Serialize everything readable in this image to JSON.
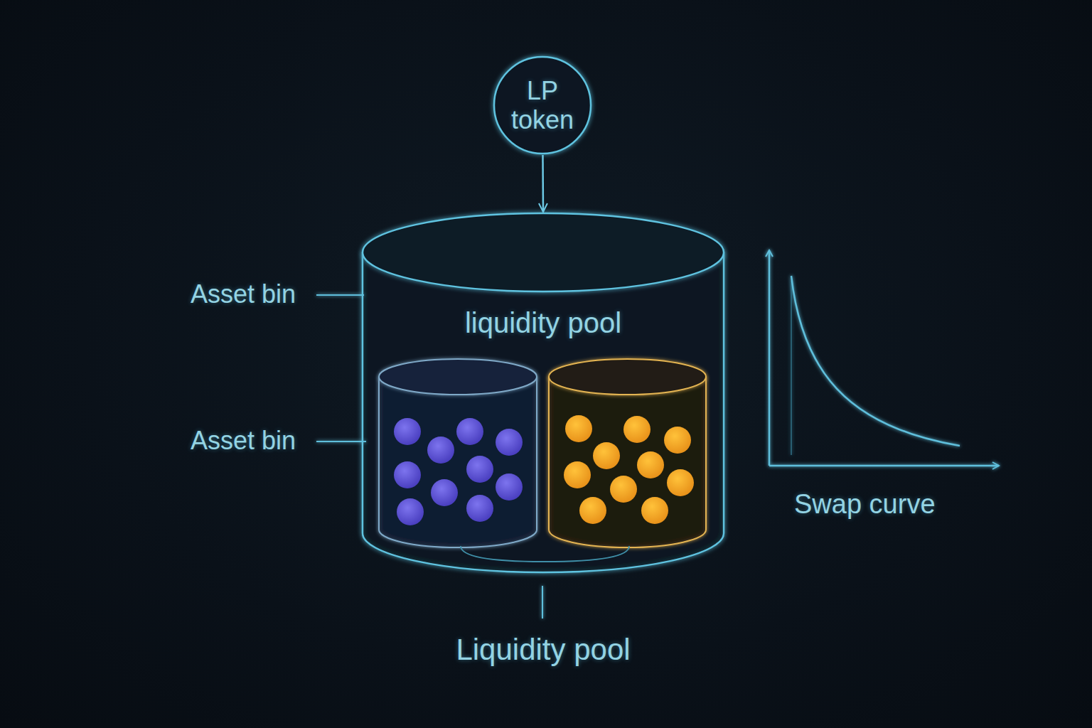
{
  "diagram": {
    "nodes": [
      {
        "text": [
          "LP token"
        ]
      },
      {
        "text": [
          "liquidity pool",
          "Liquidity pool"
        ]
      }
    ],
    "edges": [
      {
        "from": 0,
        "to": 1,
        "arrow": "to"
      }
    ],
    "labels": [
      "Asset bin",
      "Asset bin",
      "Swap curve"
    ]
  }
}
